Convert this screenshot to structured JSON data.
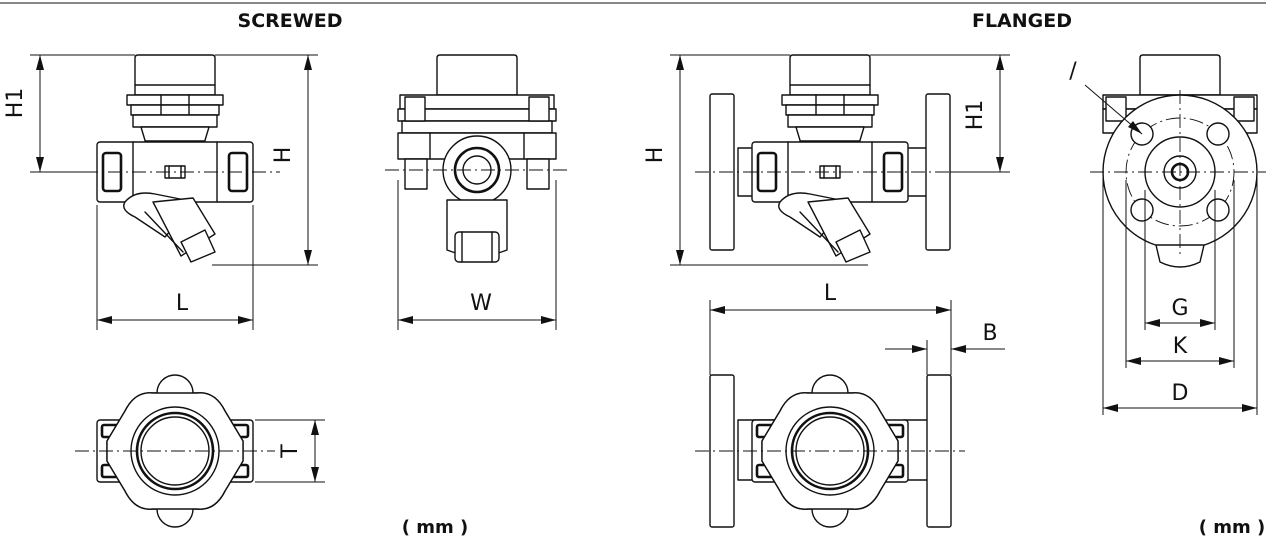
{
  "headers": {
    "screwed": "SCREWED",
    "flanged": "FLANGED"
  },
  "units": {
    "left": "( mm )",
    "right": "( mm )"
  },
  "dimensions": {
    "screwed_front": {
      "H1": "H1",
      "H": "H",
      "L": "L"
    },
    "screwed_side": {
      "W": "W"
    },
    "screwed_bottom": {
      "T": "T"
    },
    "flanged_front": {
      "H": "H",
      "H1": "H1"
    },
    "flanged_bottom": {
      "L": "L",
      "B": "B"
    },
    "flanged_side": {
      "I": "/",
      "G": "G",
      "K": "K",
      "D": "D"
    }
  }
}
